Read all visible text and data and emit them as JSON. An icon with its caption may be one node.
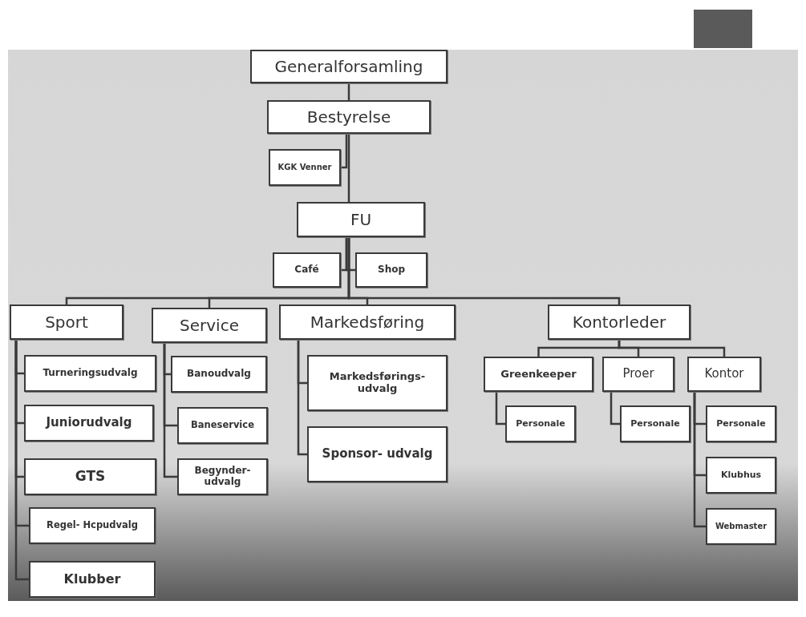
{
  "diagram": {
    "nodes": [
      {
        "text": [
          "Generalforsamling"
        ]
      },
      {
        "text": [
          "Bestyrelse"
        ]
      },
      {
        "text": [
          "KGK Venner"
        ]
      },
      {
        "text": [
          "FU"
        ]
      },
      {
        "text": [
          "Café"
        ]
      },
      {
        "text": [
          "Shop"
        ]
      },
      {
        "text": [
          "Sport"
        ]
      },
      {
        "text": [
          "Service"
        ]
      },
      {
        "text": [
          "Markedsføring"
        ]
      },
      {
        "text": [
          "Kontorleder"
        ]
      },
      {
        "text": [
          "Turneringsudvalg"
        ]
      },
      {
        "text": [
          "Juniorudvalg"
        ]
      },
      {
        "text": [
          "GTS"
        ]
      },
      {
        "text": [
          "Regel- Hcpudvalg"
        ]
      },
      {
        "text": [
          "Klubber"
        ]
      },
      {
        "text": [
          "Banoudvalg"
        ]
      },
      {
        "text": [
          "Baneservice"
        ]
      },
      {
        "text": [
          "Begynder- udvalg"
        ]
      },
      {
        "text": [
          "Markedsførings- udvalg"
        ]
      },
      {
        "text": [
          "Sponsor- udvalg"
        ]
      },
      {
        "text": [
          "Greenkeeper"
        ]
      },
      {
        "text": [
          "Proer"
        ]
      },
      {
        "text": [
          "Kontor"
        ]
      },
      {
        "text": [
          "Personale"
        ]
      },
      {
        "text": [
          "Personale"
        ]
      },
      {
        "text": [
          "Personale"
        ]
      },
      {
        "text": [
          "Klubhus"
        ]
      },
      {
        "text": [
          "Webmaster"
        ]
      }
    ],
    "edges": [
      {
        "from": 0,
        "to": 1,
        "arrow": "none"
      },
      {
        "from": 1,
        "to": 3,
        "arrow": "none"
      },
      {
        "from": 1,
        "to": 2,
        "arrow": "none"
      },
      {
        "from": 3,
        "to": 4,
        "arrow": "none"
      },
      {
        "from": 3,
        "to": 5,
        "arrow": "none"
      },
      {
        "from": 3,
        "to": 6,
        "arrow": "none"
      },
      {
        "from": 3,
        "to": 7,
        "arrow": "none"
      },
      {
        "from": 3,
        "to": 8,
        "arrow": "none"
      },
      {
        "from": 3,
        "to": 9,
        "arrow": "none"
      },
      {
        "from": 6,
        "to": 10,
        "arrow": "none"
      },
      {
        "from": 6,
        "to": 11,
        "arrow": "none"
      },
      {
        "from": 6,
        "to": 12,
        "arrow": "none"
      },
      {
        "from": 6,
        "to": 13,
        "arrow": "none"
      },
      {
        "from": 6,
        "to": 14,
        "arrow": "none"
      },
      {
        "from": 7,
        "to": 15,
        "arrow": "none"
      },
      {
        "from": 7,
        "to": 16,
        "arrow": "none"
      },
      {
        "from": 7,
        "to": 17,
        "arrow": "none"
      },
      {
        "from": 8,
        "to": 18,
        "arrow": "none"
      },
      {
        "from": 8,
        "to": 19,
        "arrow": "none"
      },
      {
        "from": 9,
        "to": 20,
        "arrow": "none"
      },
      {
        "from": 9,
        "to": 21,
        "arrow": "none"
      },
      {
        "from": 9,
        "to": 22,
        "arrow": "none"
      },
      {
        "from": 20,
        "to": 23,
        "arrow": "none"
      },
      {
        "from": 21,
        "to": 24,
        "arrow": "none"
      },
      {
        "from": 22,
        "to": 25,
        "arrow": "none"
      },
      {
        "from": 22,
        "to": 26,
        "arrow": "none"
      },
      {
        "from": 22,
        "to": 27,
        "arrow": "none"
      }
    ]
  }
}
